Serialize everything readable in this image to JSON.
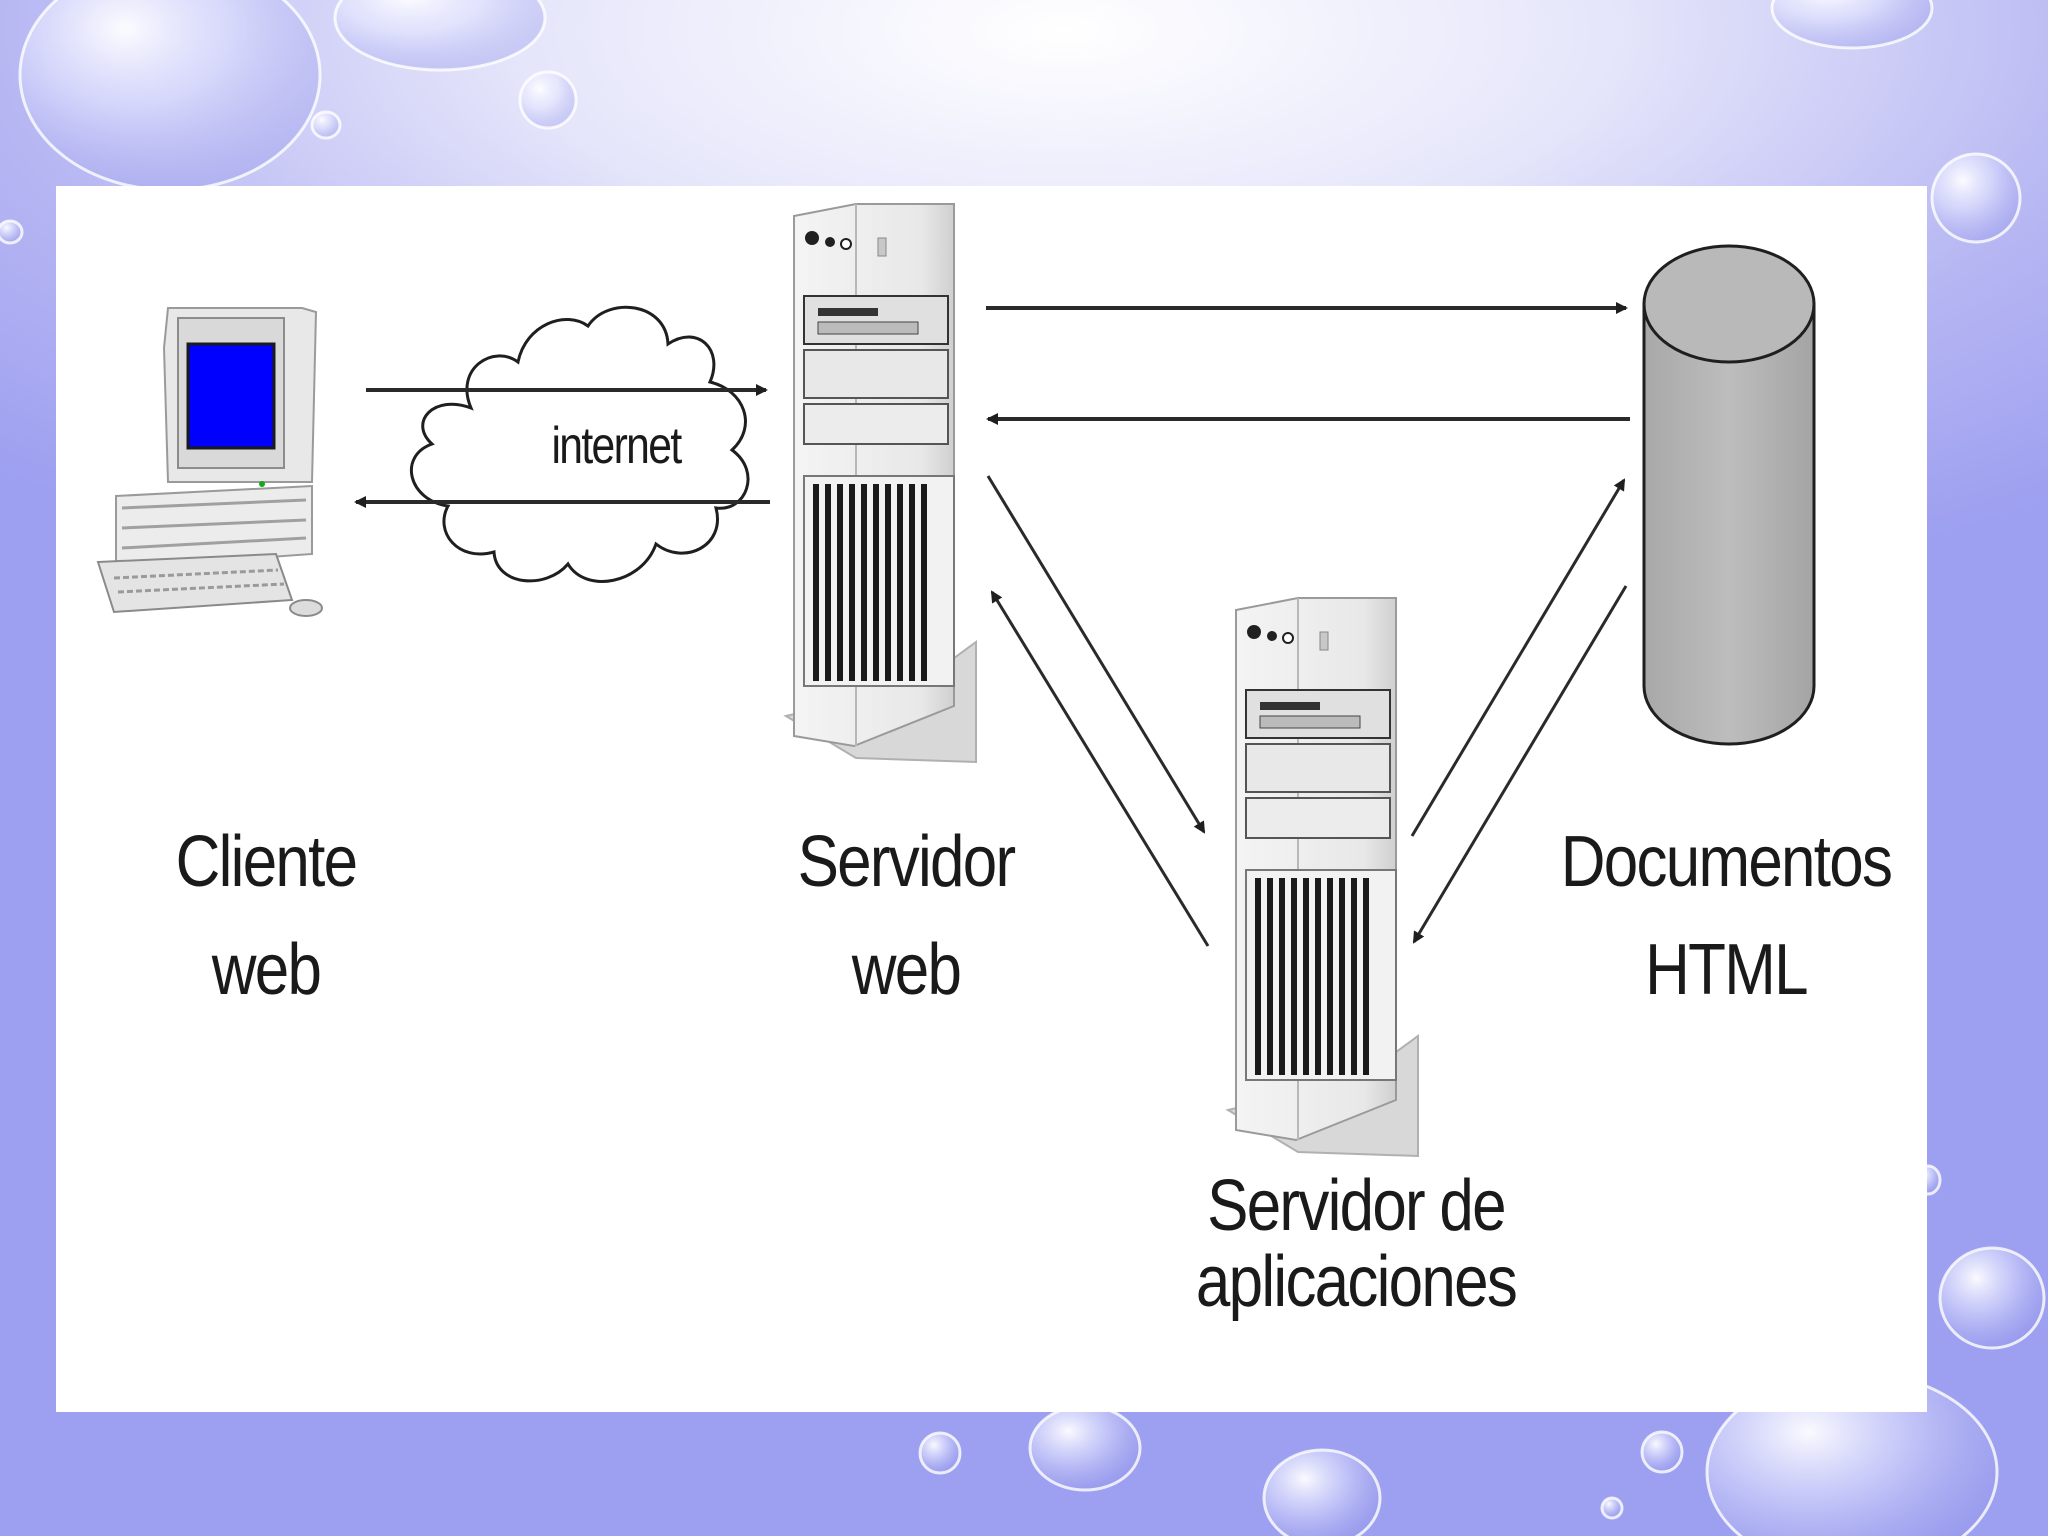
{
  "diagram": {
    "nodes": {
      "client": {
        "line1": "Cliente",
        "line2": "web",
        "icon": "desktop-computer-icon"
      },
      "web_server": {
        "line1": "Servidor",
        "line2": "web",
        "icon": "tower-server-icon"
      },
      "docs": {
        "line1": "Documentos",
        "line2": "HTML",
        "icon": "database-cylinder-icon"
      },
      "app_server": {
        "line1": "Servidor de",
        "line2": "aplicaciones",
        "icon": "tower-server-icon"
      }
    },
    "cloud_label": "internet",
    "edges": [
      {
        "from": "client",
        "to": "web_server",
        "via": "internet"
      },
      {
        "from": "web_server",
        "to": "client",
        "via": "internet"
      },
      {
        "from": "web_server",
        "to": "docs"
      },
      {
        "from": "docs",
        "to": "web_server"
      },
      {
        "from": "web_server",
        "to": "app_server"
      },
      {
        "from": "app_server",
        "to": "web_server"
      },
      {
        "from": "app_server",
        "to": "docs"
      },
      {
        "from": "docs",
        "to": "app_server"
      }
    ]
  },
  "colors": {
    "background": "#9d9ff0",
    "panel": "#ffffff",
    "screen": "#0000ff",
    "cylinder": "#b4b4b4",
    "line": "#2a2a2a"
  }
}
